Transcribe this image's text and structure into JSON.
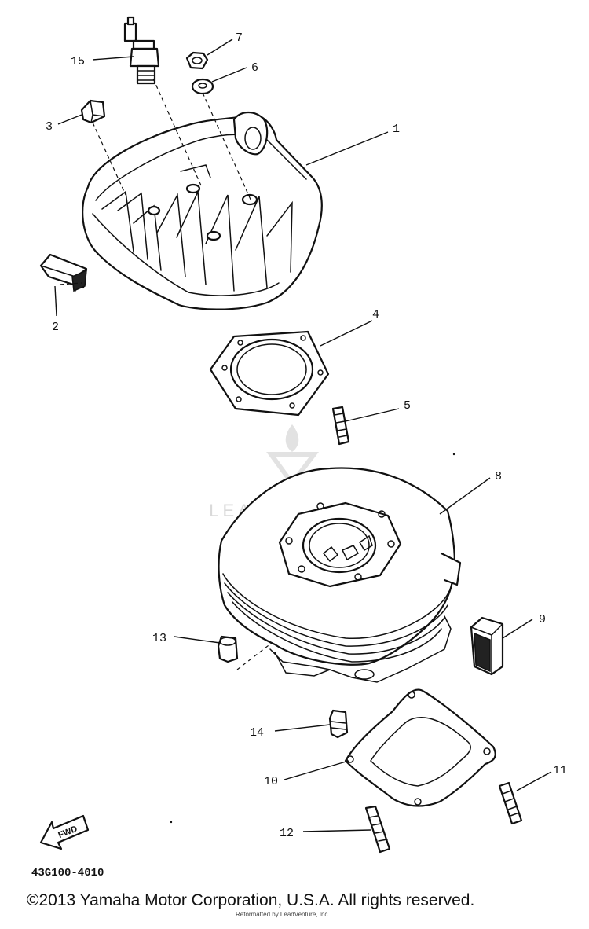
{
  "callouts": {
    "c1": "1",
    "c2": "2",
    "c3": "3",
    "c4": "4",
    "c5": "5",
    "c6": "6",
    "c7": "7",
    "c8": "8",
    "c9": "9",
    "c10": "10",
    "c11": "11",
    "c12": "12",
    "c13": "13",
    "c14": "14",
    "c15": "15"
  },
  "fwd_label": "FWD",
  "diagram_code": "43G100-4010",
  "copyright": "©2013 Yamaha Motor Corporation, U.S.A. All rights reserved.",
  "overlay_credit": "Reformatted by LeadVenture, Inc.",
  "watermark_text": "LEADVENTURE",
  "colors": {
    "ink": "#111111",
    "paper": "#ffffff",
    "watermark": "#d9d9d9"
  }
}
